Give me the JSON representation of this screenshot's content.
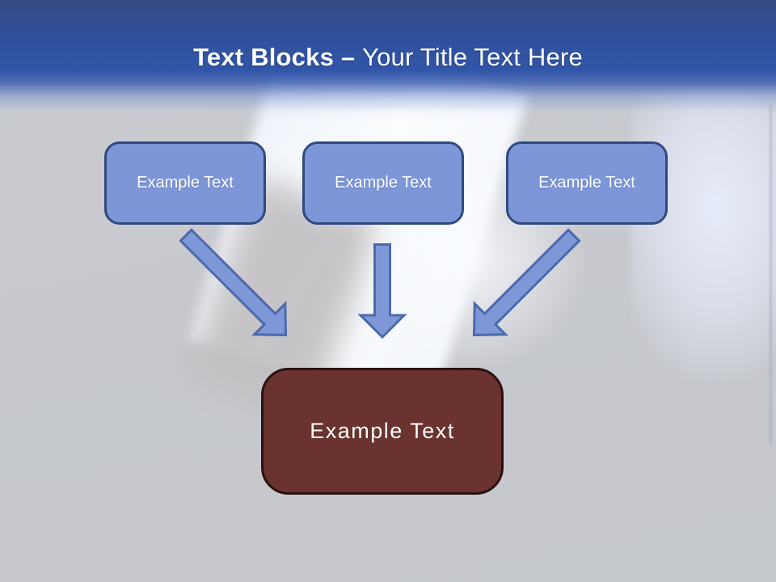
{
  "slide": {
    "title": {
      "bold": "Text Blocks – ",
      "regular": "Your Title Text Here"
    },
    "source_blocks": [
      {
        "label": "Example Text"
      },
      {
        "label": "Example Text"
      },
      {
        "label": "Example Text"
      }
    ],
    "target_block": {
      "label": "Example Text"
    }
  },
  "colors": {
    "band-top": "#36497F",
    "band-mid": "#3155A8",
    "title-text": "#FFFFFF",
    "block-fill": "#7C96D8",
    "block-border": "#31497E",
    "block-text": "#FFFFFF",
    "arrow-fill": "#7E97D7",
    "arrow-stroke": "#4C69AE",
    "target-fill": "#6A332F",
    "target-border": "#2B110F",
    "target-text": "#FFFFFF",
    "bg-base": "#C8CACF"
  }
}
